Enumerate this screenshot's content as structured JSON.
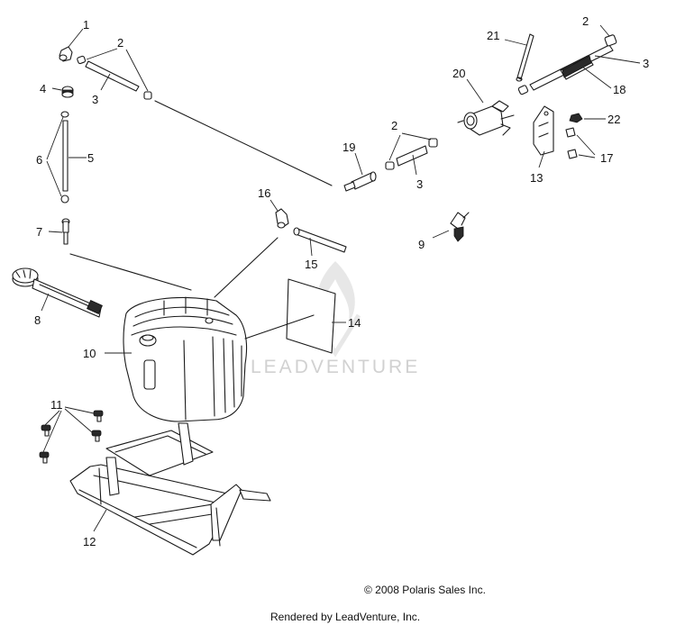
{
  "callouts": {
    "n1": "1",
    "n2": "2",
    "n3": "3",
    "n4": "4",
    "n5": "5",
    "n6": "6",
    "n7": "7",
    "n8": "8",
    "n9": "9",
    "n10": "10",
    "n11": "11",
    "n12": "12",
    "n13": "13",
    "n14": "14",
    "n15": "15",
    "n16": "16",
    "n17": "17",
    "n18": "18",
    "n19": "19",
    "n20": "20",
    "n21": "21",
    "n22": "22"
  },
  "watermark": "LEADVENTURE",
  "copyright": "© 2008 Polaris Sales Inc.",
  "rendered_by": "Rendered by LeadVenture, Inc.",
  "colors": {
    "ink": "#1a1a1a",
    "watermark": "#c9c9c9",
    "background": "#ffffff"
  }
}
